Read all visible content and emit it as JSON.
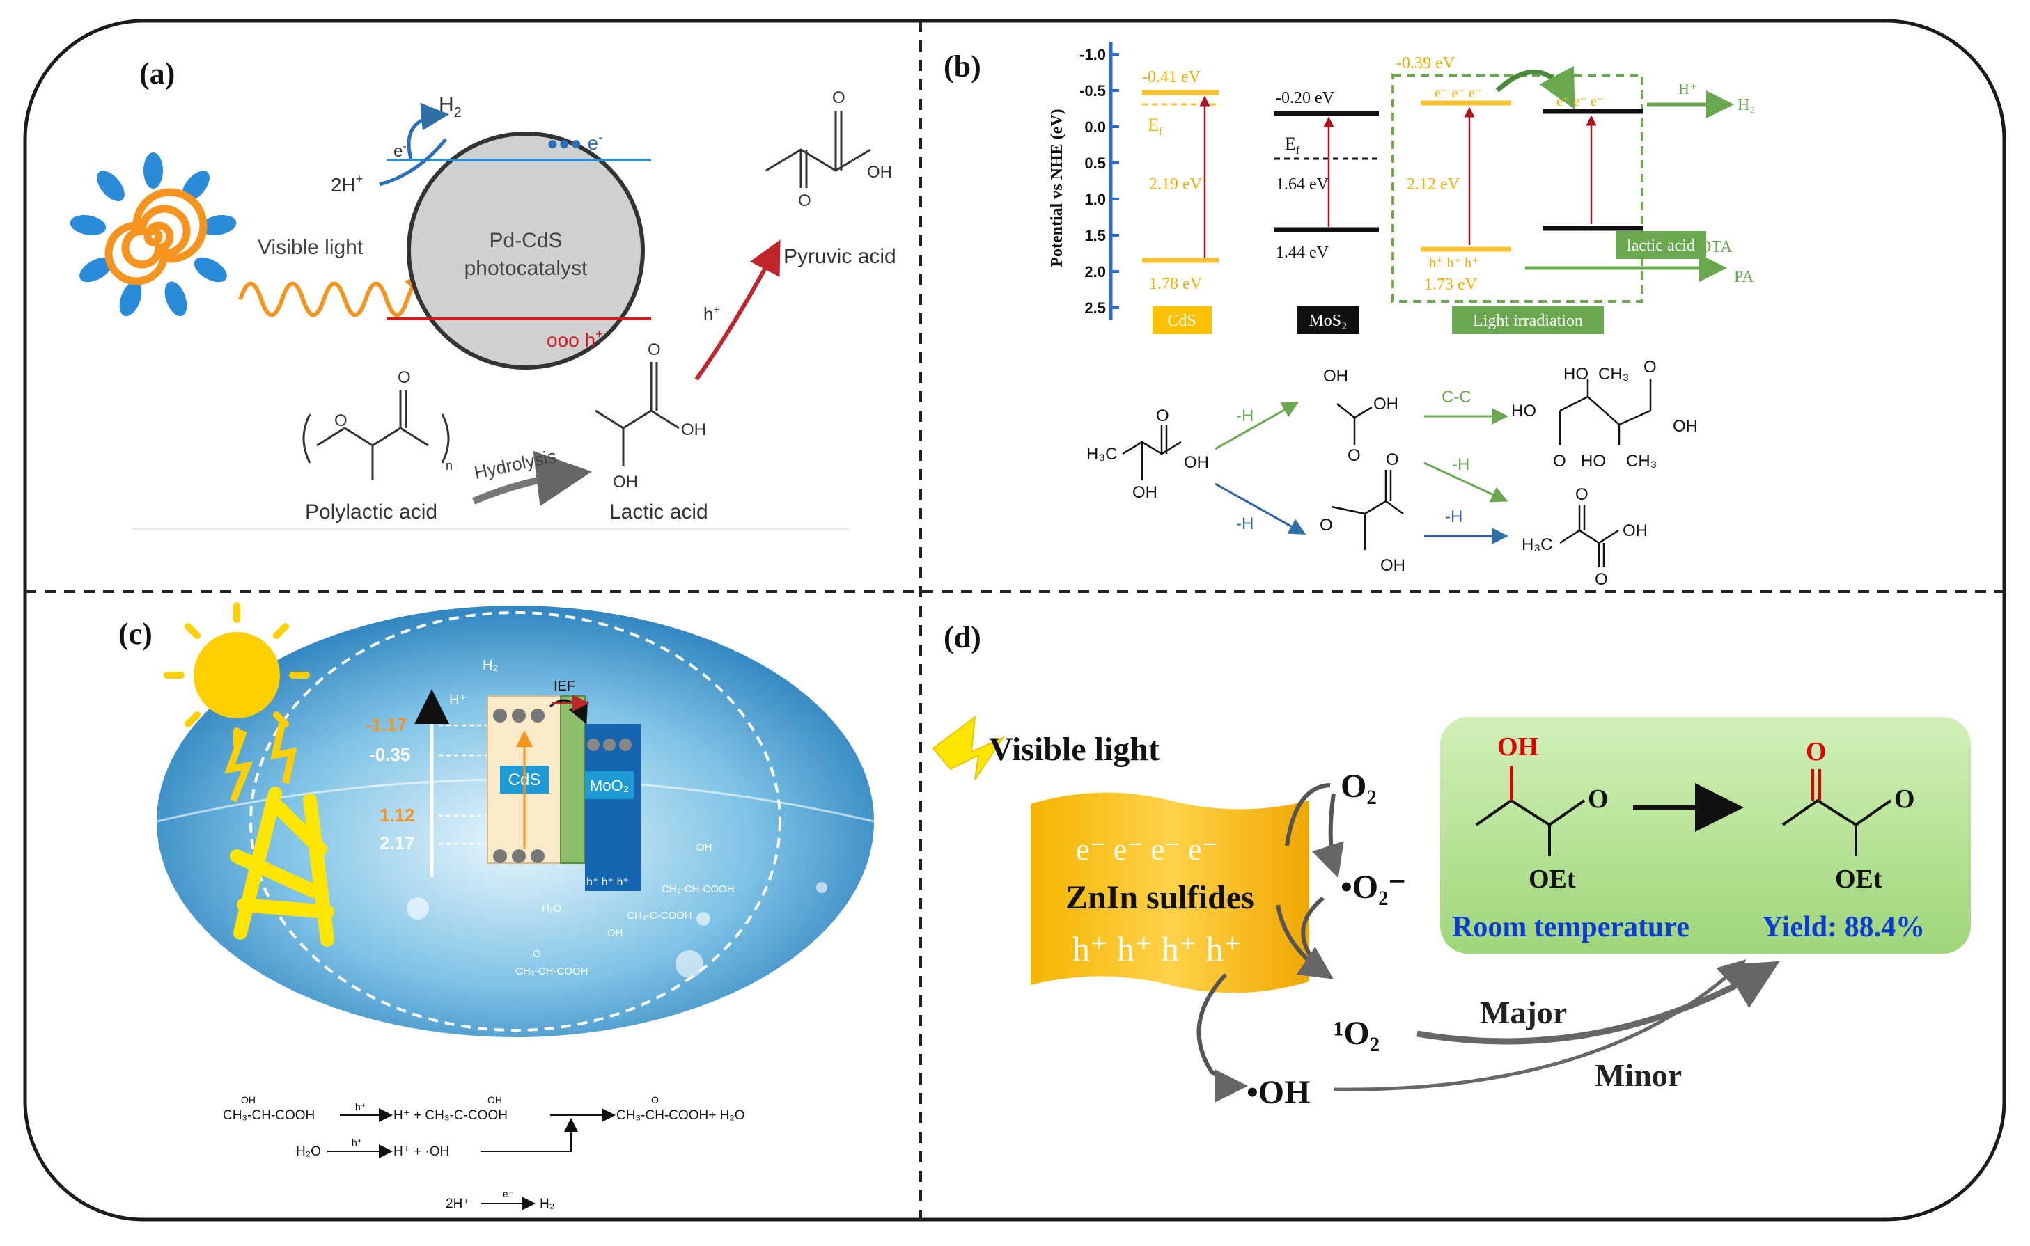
{
  "panel_a": {
    "label": "(a)",
    "h2": "H",
    "h2_sub": "2",
    "electron": "e",
    "electron_sup": "-",
    "two_h_plus": "2H",
    "two_h_plus_sup": "+",
    "electrons_cb": "●●● e",
    "electrons_cb_sup": "-",
    "catalyst_line1": "Pd-CdS",
    "catalyst_line2": "photocatalyst",
    "visible_light": "Visible light",
    "holes_vb": "ooo h",
    "holes_vb_sup": "+",
    "hole": "h",
    "hole_sup": "+",
    "pyruvic_acid": "Pyruvic acid",
    "polylactic_acid": "Polylactic acid",
    "hydrolysis": "Hydrolysis",
    "lactic_acid": "Lactic acid",
    "oh": "OH",
    "o": "O",
    "n": "n"
  },
  "panel_b": {
    "label": "(b)",
    "y_axis_label": "Potential vs NHE (eV)",
    "y_ticks": [
      "-1.0",
      "-0.5",
      "0.0",
      "0.5",
      "1.0",
      "1.5",
      "2.0",
      "2.5"
    ],
    "cds_cb": "-0.41 eV",
    "cds_gap": "2.19 eV",
    "cds_vb": "1.78 eV",
    "ef": "E",
    "ef_sub": "f",
    "mos2_cb": "-0.20 eV",
    "mos2_gap": "1.64 eV",
    "mos2_vb": "1.44 eV",
    "comp_cb": "-0.39 eV",
    "comp_gap": "2.12 eV",
    "comp_vb": "1.73 eV",
    "electrons": "e⁻ e⁻ e⁻",
    "holes": "h⁺ h⁺ h⁺",
    "h_plus": "H⁺",
    "h2": "H₂",
    "lactic_acid_box": "lactic acid",
    "dta": "DTA",
    "pa": "PA",
    "cds_box": "CdS",
    "mos2_box": "MoS₂",
    "light_box": "Light irradiation",
    "minus_h": "-H",
    "cc": "C-C",
    "h3c": "H₃C",
    "ch3": "CH₃",
    "oh": "OH",
    "ho": "HO",
    "o": "O"
  },
  "panel_c": {
    "label": "(c)",
    "h2": "H₂",
    "h_plus": "H⁺",
    "ief": "IEF",
    "levels": [
      "-1.17",
      "-0.35",
      "1.12",
      "2.17"
    ],
    "cds": "CdS",
    "moo2": "MoO₂",
    "holes": "h⁺ h⁺ h⁺",
    "oh_frag": "OH",
    "ch3_ch_cooh": "CH₃-CH-COOH",
    "h2o": "H₂O",
    "ch3_c_cooh": "CH₃-C-COOH",
    "eq1_a": "CH₃-CH-COOH",
    "eq1_h": "h⁺",
    "eq1_b": "H⁺  +  CH₃-C-COOH",
    "eq1_c": "CH₃-CH-COOH+  H₂O",
    "eq2_a": "H₂O",
    "eq2_h": "h⁺",
    "eq2_b": "H⁺  +  ·OH",
    "eq3_a": "2H⁺",
    "eq3_e": "e⁻",
    "eq3_b": "H₂",
    "o": "O",
    "oh": "OH"
  },
  "panel_d": {
    "label": "(d)",
    "visible_light": "Visible light",
    "electrons": "e⁻  e⁻  e⁻  e⁻",
    "catalyst": "ZnIn sulfides",
    "holes": "h⁺ h⁺ h⁺ h⁺",
    "o2": "O₂",
    "superoxide": "•O₂⁻",
    "singlet": "¹O₂",
    "hydroxyl": "•OH",
    "major": "Major",
    "minor": "Minor",
    "oh_red": "OH",
    "o_red": "O",
    "o": "O",
    "oet": "OEt",
    "room_temp": "Room temperature",
    "yield": "Yield: 88.4%"
  },
  "colors": {
    "orange": "#f7941d",
    "gold": "#f9c22e",
    "green": "#6aa84f",
    "blue": "#2e5fa8",
    "red": "#c0272d",
    "dark_red": "#d01c1c",
    "yellow_box": "#ffc000",
    "green_box_fill": "#b9e39a"
  }
}
